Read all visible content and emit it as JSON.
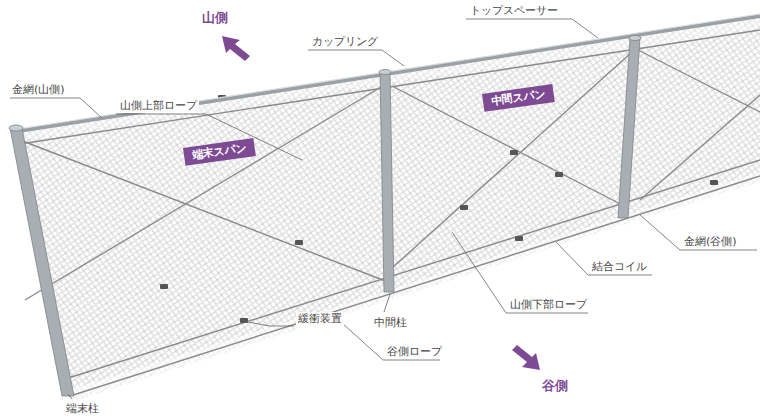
{
  "diagram": {
    "nodes": [
      {
        "text": [
          "端末スパン"
        ]
      },
      {
        "text": [
          "中間スパン"
        ]
      }
    ],
    "labels": [
      "山側",
      "トップスペーサー",
      "カップリング",
      "金網(山側)",
      "山側上部ロープ",
      "金網(谷側)",
      "結合コイル",
      "山側下部ロープ",
      "中間柱",
      "緩衝装置",
      "谷側ロープ",
      "谷側",
      "端末柱"
    ]
  }
}
